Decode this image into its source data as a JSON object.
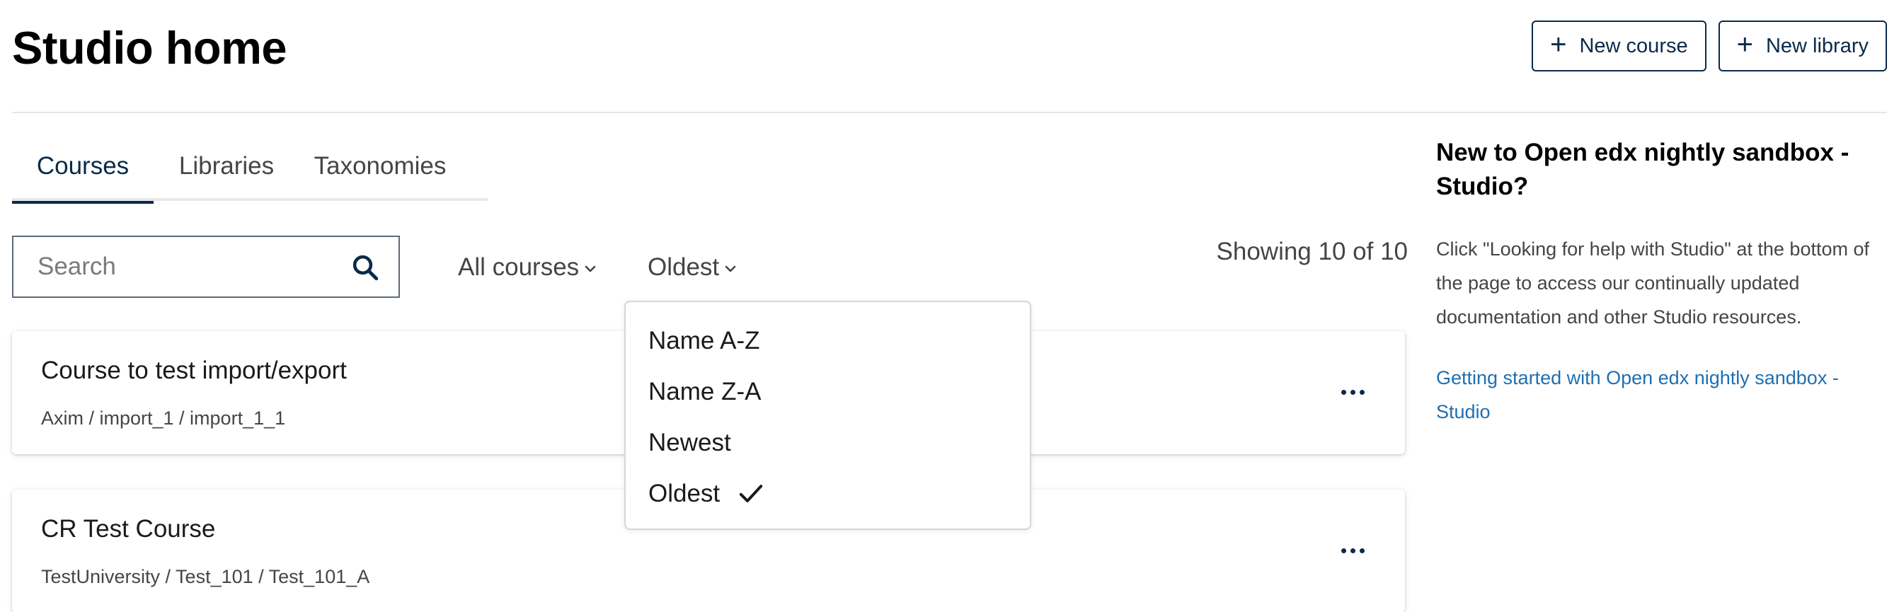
{
  "header": {
    "title": "Studio home",
    "new_course_label": "New course",
    "new_library_label": "New library"
  },
  "tabs": [
    {
      "label": "Courses",
      "active": true
    },
    {
      "label": "Libraries",
      "active": false
    },
    {
      "label": "Taxonomies",
      "active": false
    }
  ],
  "filters": {
    "search_placeholder": "Search",
    "course_filter": "All courses",
    "sort": "Oldest",
    "showing": "Showing 10 of 10"
  },
  "sort_menu": {
    "options": [
      "Name A-Z",
      "Name Z-A",
      "Newest",
      "Oldest"
    ],
    "selected": "Oldest"
  },
  "courses": [
    {
      "title": "Course to test import/export",
      "meta": "Axim / import_1 / import_1_1"
    },
    {
      "title": "CR Test Course",
      "meta": "TestUniversity / Test_101 / Test_101_A"
    }
  ],
  "sidebar": {
    "title": "New to Open edx nightly sandbox - Studio?",
    "text": "Click \"Looking for help with Studio\" at the bottom of the page to access our continually updated documentation and other Studio resources.",
    "link": "Getting started with Open edx nightly sandbox - Studio"
  },
  "colors": {
    "primary": "#0a2a4a",
    "link": "#1f6fb2",
    "text_muted": "#454545",
    "border": "#d6d6d6"
  },
  "icons": [
    "plus-icon",
    "search-icon",
    "chevron-down-icon",
    "more-options-icon",
    "check-icon"
  ]
}
